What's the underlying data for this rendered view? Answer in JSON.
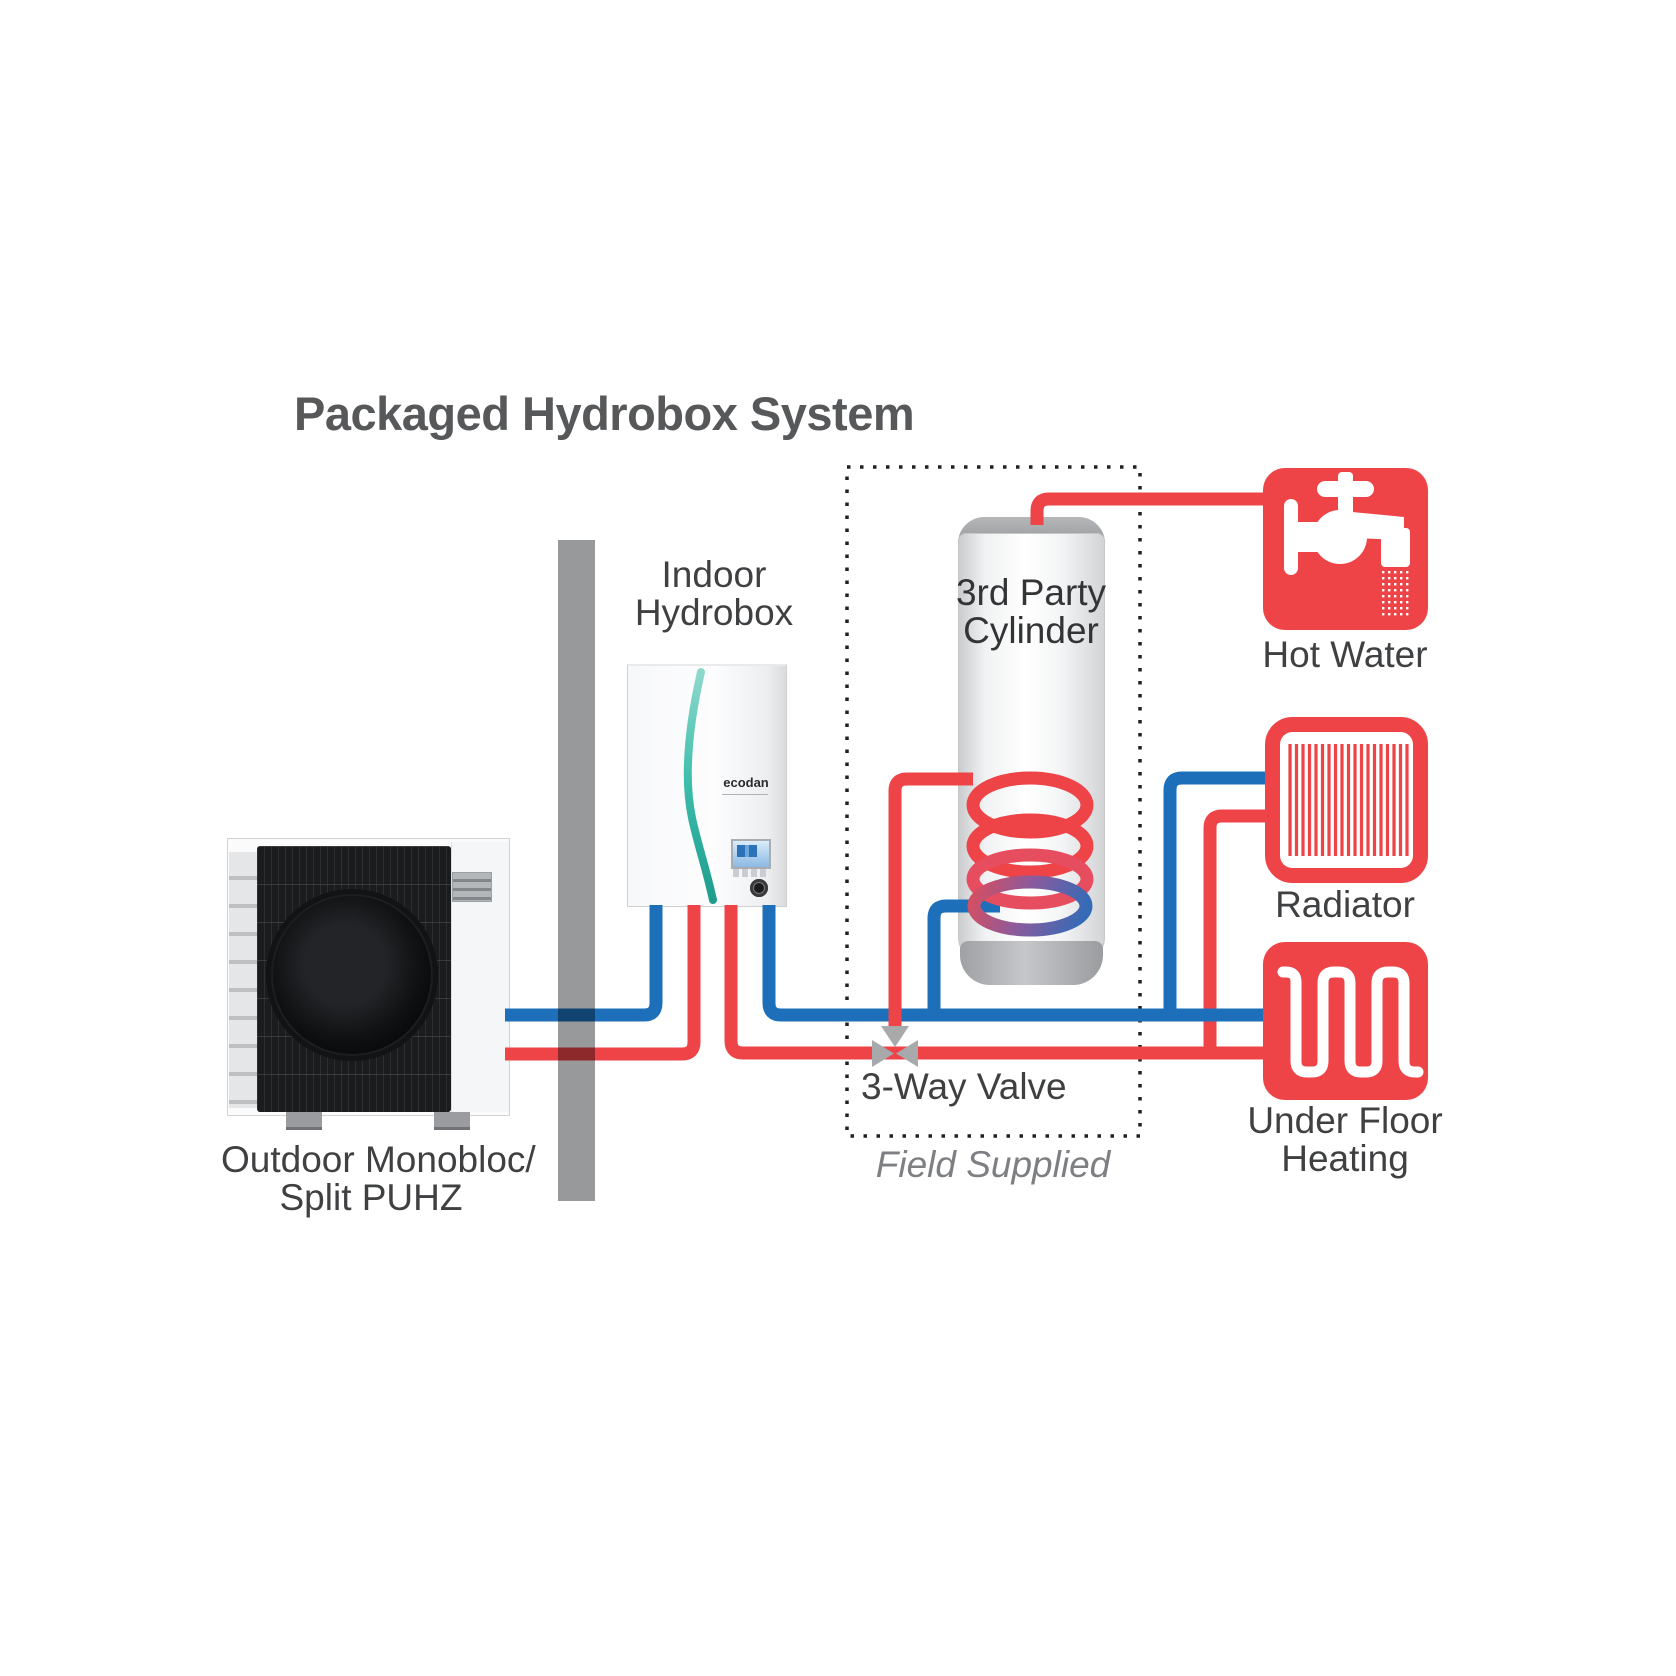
{
  "diagram": {
    "title": "Packaged Hydrobox System",
    "colors": {
      "pipe_red": "#ee4347",
      "pipe_blue": "#1c6fb8",
      "icon_red": "#ee4347",
      "wall_gray": "#97999b",
      "valve_gray": "#a7a9ab",
      "dotted_border_black": "#231f20",
      "title_gray": "#57585a",
      "label_gray": "#3f4042",
      "field_supplied_gray": "#7d7f82",
      "hydrobox_swoosh_teal": "#2aa898"
    },
    "components": {
      "outdoor_unit": {
        "label_line1": "Outdoor Monobloc/",
        "label_line2": "Split PUHZ"
      },
      "indoor_hydrobox": {
        "label_line1": "Indoor",
        "label_line2": "Hydrobox",
        "brand": "ecodan"
      },
      "cylinder": {
        "label_line1": "3rd Party",
        "label_line2": "Cylinder"
      },
      "three_way_valve": {
        "label": "3-Way Valve"
      },
      "field_supplied_zone": {
        "label": "Field Supplied"
      },
      "hot_water": {
        "label": "Hot Water",
        "icon": "tap-icon"
      },
      "radiator": {
        "label": "Radiator",
        "icon": "radiator-icon"
      },
      "under_floor_heating": {
        "label_line1": "Under Floor",
        "label_line2": "Heating",
        "icon": "heating-coil-icon"
      }
    }
  }
}
